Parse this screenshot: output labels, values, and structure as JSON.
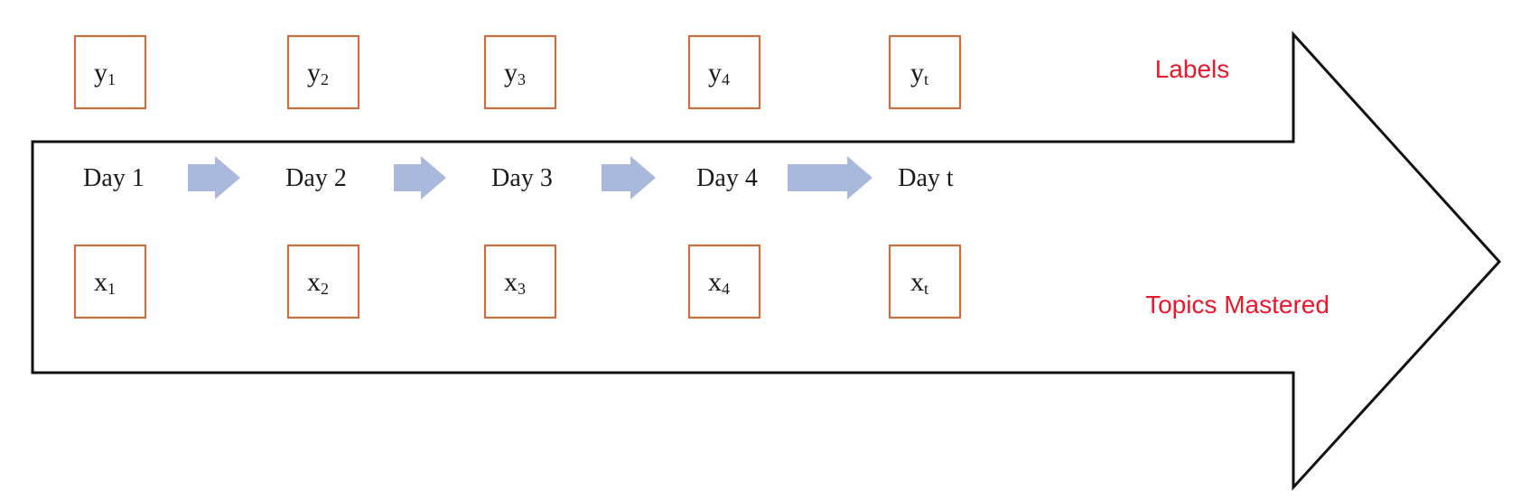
{
  "colors": {
    "arrow_stroke": "#111111",
    "box_stroke": "#c8703f",
    "step_arrow": "#a9b9dc",
    "label_red": "#e8192c"
  },
  "days": [
    "Day 1",
    "Day 2",
    "Day 3",
    "Day 4",
    "Day t"
  ],
  "labels_row": {
    "title": "Labels",
    "items": [
      {
        "base": "y",
        "sub": "1"
      },
      {
        "base": "y",
        "sub": "2"
      },
      {
        "base": "y",
        "sub": "3"
      },
      {
        "base": "y",
        "sub": "4"
      },
      {
        "base": "y",
        "sub": "t"
      }
    ]
  },
  "topics_row": {
    "title": "Topics Mastered",
    "items": [
      {
        "base": "x",
        "sub": "1"
      },
      {
        "base": "x",
        "sub": "2"
      },
      {
        "base": "x",
        "sub": "3"
      },
      {
        "base": "x",
        "sub": "4"
      },
      {
        "base": "x",
        "sub": "t"
      }
    ]
  }
}
